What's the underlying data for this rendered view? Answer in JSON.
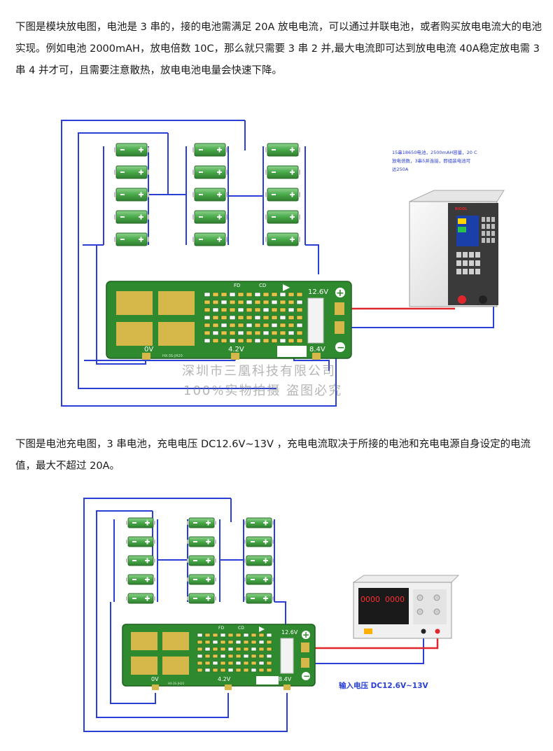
{
  "intro": {
    "discharge_text": "下图是模块放电图，电池是 3 串的，接的电池需满足 20A 放电电流，可以通过并联电池，或者购买放电电流大的电池实现。例如电池 2000mAH，放电倍数 10C，那么就只需要 3 串 2 并,最大电流即可达到放电电流 40A稳定放电需 3串 4 并才可，且需要注意散热，放电电池电量会快速下降。",
    "charge_text": "下图是电池充电图，3 串电池，充电电压 DC12.6V~13V ，充电电流取决于所接的电池和充电电源自身设定的电流值，最大不超过 20A。"
  },
  "watermark": {
    "company": "深圳市三凰科技有限公司",
    "slogan": "100%实物拍摄 盗图必究"
  },
  "discharge_diagram": {
    "load_note_line1": "15串18650电池，2500mAH容量，20 C",
    "load_note_line2": "放电倍数，3串5并连接，即组装电池可",
    "load_note_line3": "达250A",
    "board": {
      "label_fd": "FD",
      "label_cd": "CD",
      "label_12v6": "12.6V",
      "label_0v": "0V",
      "label_4v2": "4.2V",
      "label_8v4": "8.4V",
      "label_model": "HX-3S-JH20"
    },
    "plus_sign": "+",
    "minus_sign": "−",
    "load_brand": "RIGOL"
  },
  "charge_diagram": {
    "input_label": "输入电压 DC12.6V~13V",
    "board": {
      "label_fd": "FD",
      "label_cd": "CD",
      "label_12v6": "12.6V",
      "label_0v": "0V",
      "label_4v2": "4.2V",
      "label_8v4": "8.4V",
      "label_model": "HX-3S-JH20"
    },
    "psu_display_v": "0000",
    "psu_display_a": "0000",
    "plus_sign": "+",
    "minus_sign": "−"
  },
  "colors": {
    "wire_blue": "#2a3fd6",
    "wire_red": "#e0262b",
    "pcb_green": "#2f8a2f",
    "battery_green": "#4cae4c",
    "pad_gold": "#d6b84a"
  }
}
